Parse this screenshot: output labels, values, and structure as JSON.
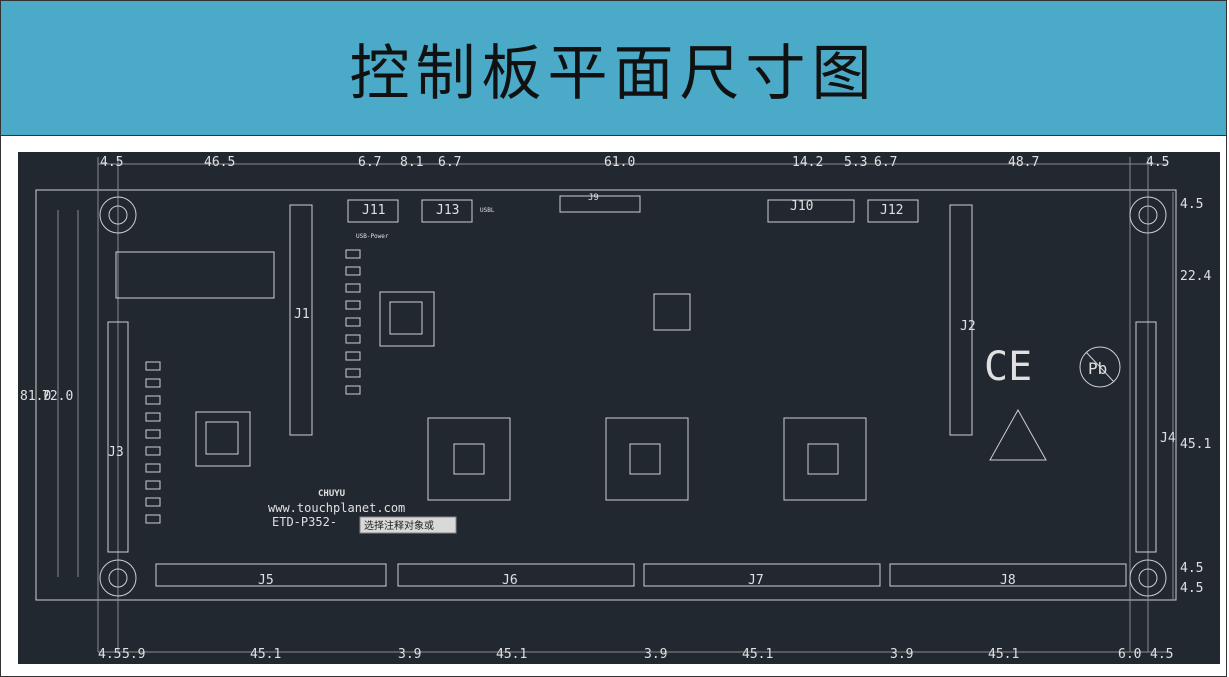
{
  "title": "控制板平面尺寸图",
  "colors": {
    "banner": "#4aaac8",
    "cad_background": "#212830",
    "line": "#e6e6e6",
    "dim": "#aaaaaa"
  },
  "dimensions": {
    "top": [
      "4.5",
      "46.5",
      "6.7",
      "8.1",
      "6.7",
      "61.0",
      "14.2",
      "5.3",
      "6.7",
      "48.7",
      "4.5"
    ],
    "bottom": [
      "4.5",
      "5.9",
      "45.1",
      "3.9",
      "45.1",
      "3.9",
      "45.1",
      "3.9",
      "45.1",
      "6.0",
      "4.5"
    ],
    "left": [
      "81.0",
      "72.0"
    ],
    "right": [
      "4.5",
      "22.4",
      "45.1",
      "4.5",
      "4.5"
    ]
  },
  "connectors": {
    "j11": "J11",
    "j13": "J13",
    "j10": "J10",
    "j12": "J12",
    "j1": "J1",
    "j2": "J2",
    "j3": "J3",
    "j4": "J4",
    "j5": "J5",
    "j6": "J6",
    "j7": "J7",
    "j8": "J8",
    "j9": "J9"
  },
  "labels": {
    "website": "www.touchplanet.com",
    "model": "ETD-P352-",
    "brand": "CHUYU",
    "usb_power": "USB-Power",
    "usbl": "USBL",
    "tooltip": "选择注释对象或"
  },
  "marks": {
    "ce": "CE",
    "pb": "Pb"
  }
}
